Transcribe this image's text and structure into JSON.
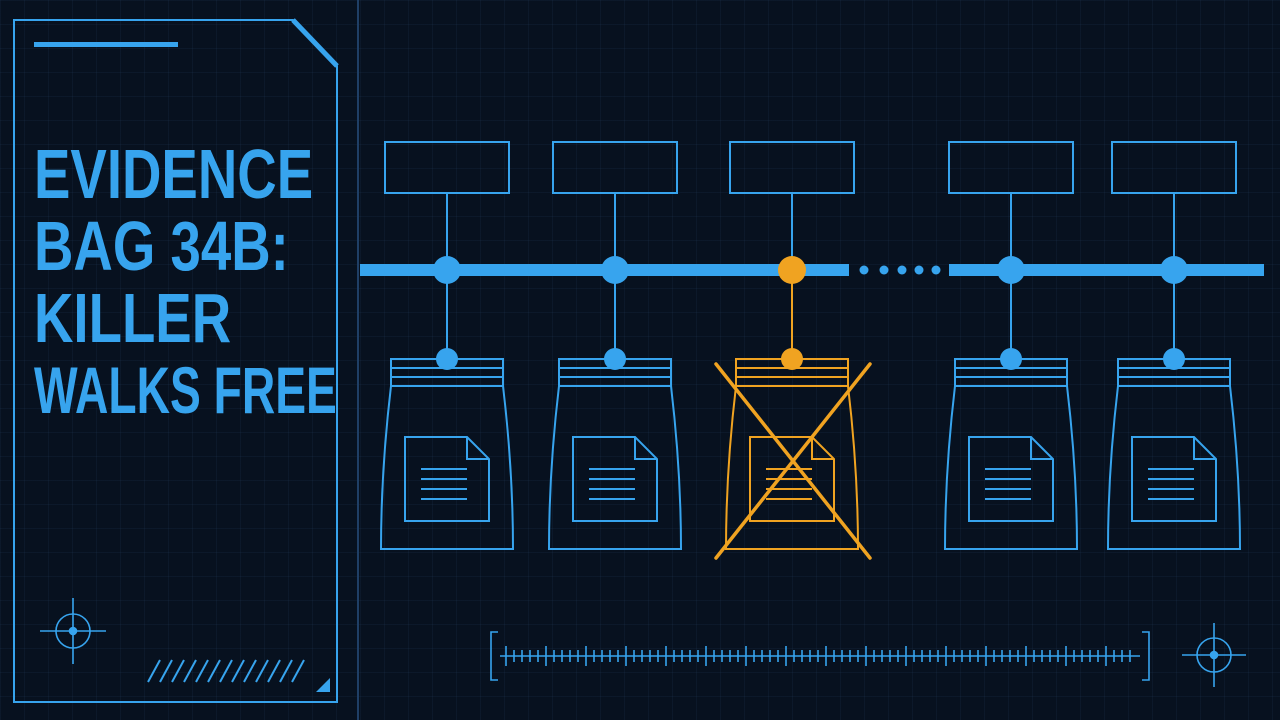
{
  "title": {
    "lines": [
      "EVIDENCE",
      "BAG 34B:",
      "KILLER",
      "WALKS FREE"
    ]
  },
  "chain": {
    "nodes": [
      {
        "status": "intact"
      },
      {
        "status": "intact"
      },
      {
        "status": "broken"
      },
      {
        "status": "intact"
      },
      {
        "status": "intact"
      }
    ],
    "gap_between": [
      2,
      3
    ]
  },
  "colors": {
    "background": "#07111f",
    "primary": "#37a4ee",
    "alert": "#f0a321"
  },
  "icons": [
    "crosshair-icon",
    "document-icon",
    "cross-out-icon"
  ]
}
